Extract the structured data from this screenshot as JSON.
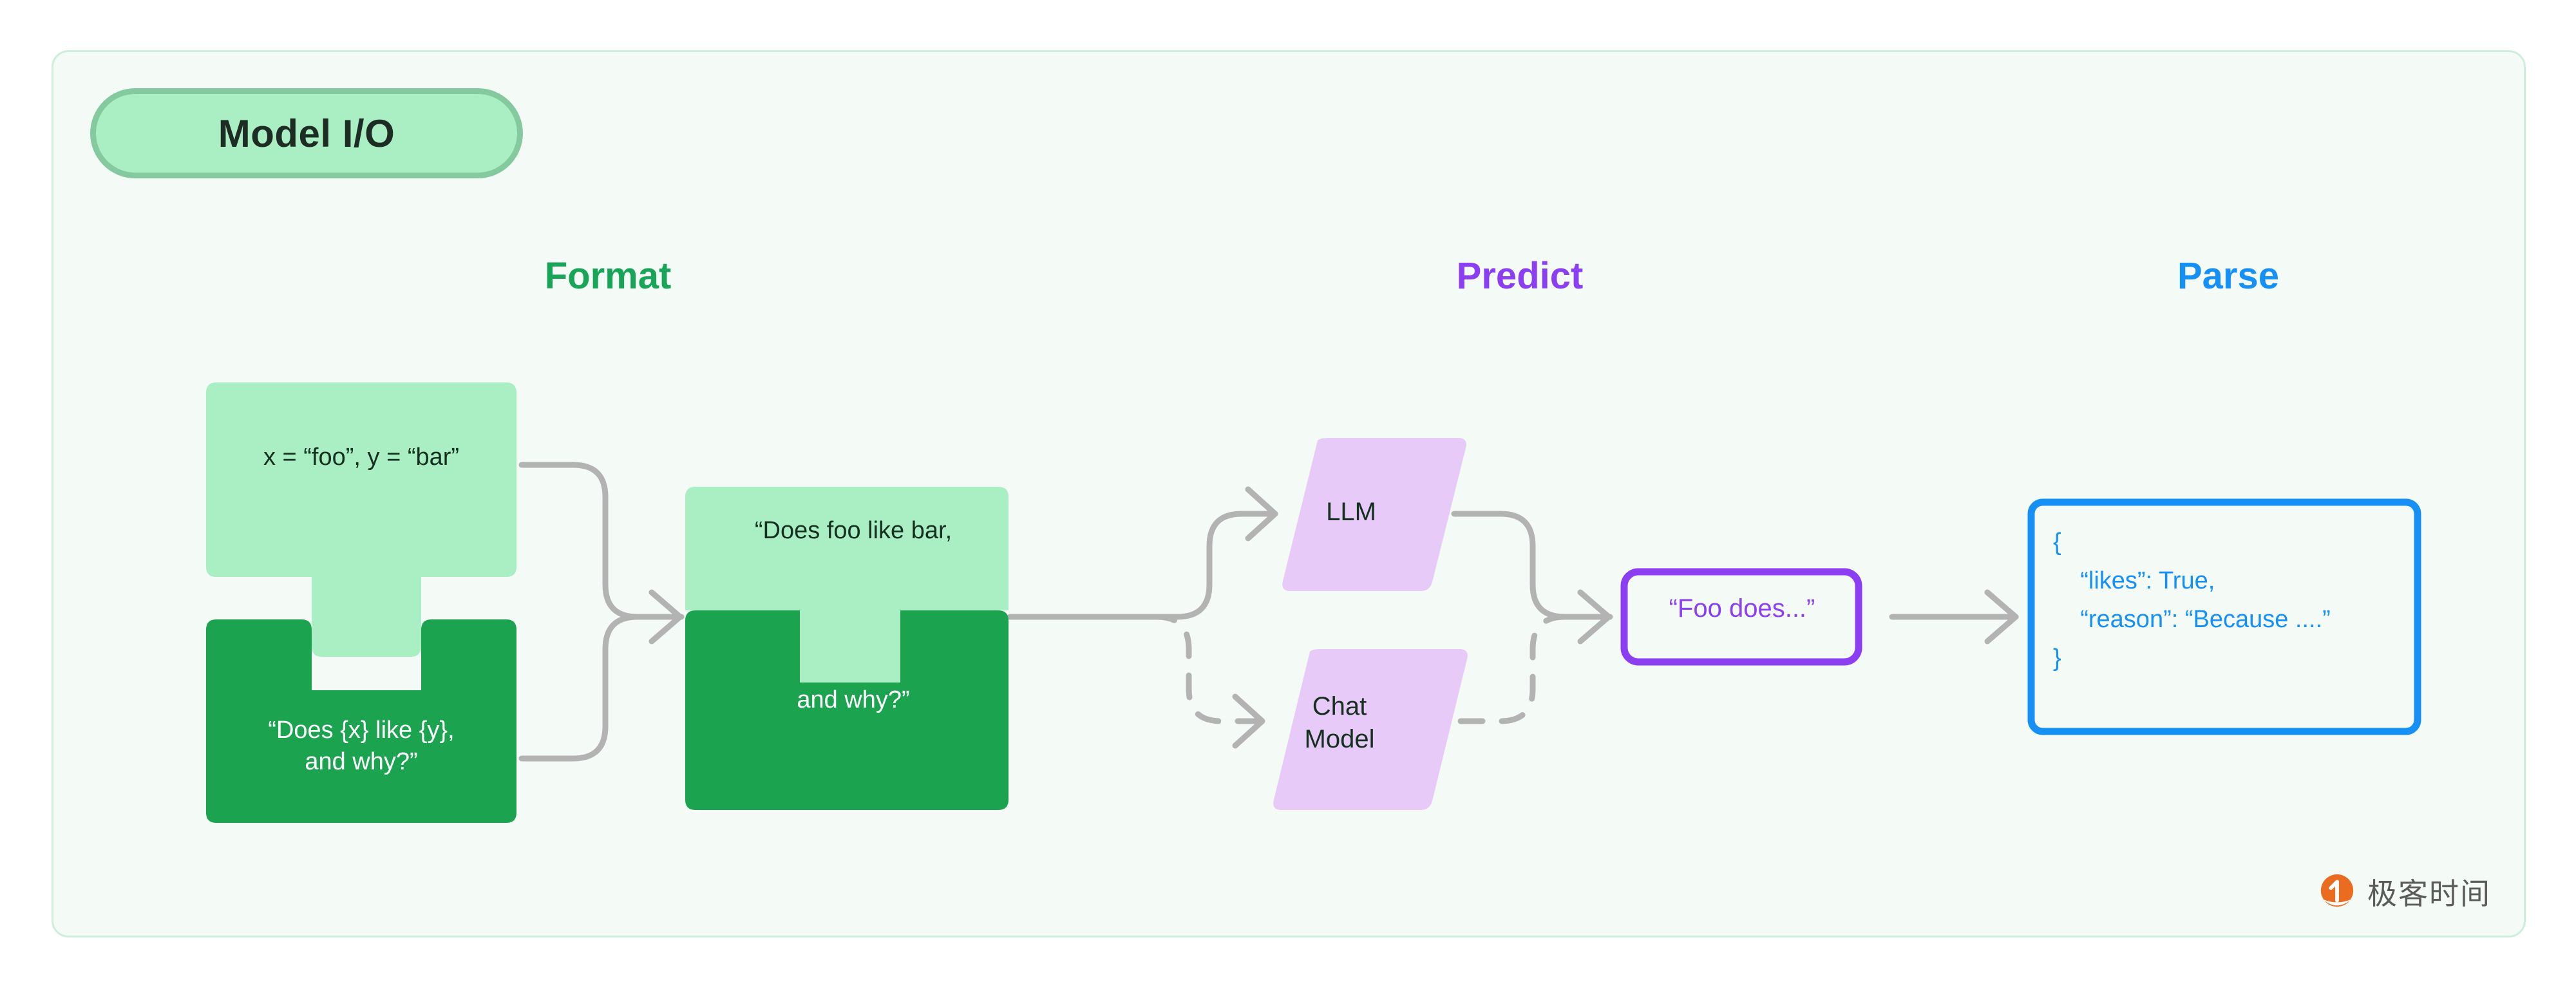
{
  "panel": {
    "badge_label": "Model I/O",
    "background": "#f4fbf6",
    "border_color": "#cdeedb"
  },
  "headings": {
    "format": {
      "label": "Format",
      "color": "#18a558"
    },
    "predict": {
      "label": "Predict",
      "color": "#8b3ef2"
    },
    "parse": {
      "label": "Parse",
      "color": "#1690f5"
    }
  },
  "format_stage": {
    "variables_piece": {
      "text": "x = “foo”, y = “bar”",
      "fill": "#aaeec4",
      "text_color": "#16301f"
    },
    "template_piece": {
      "text": "“Does {x} like {y},\nand why?”",
      "fill": "#1ba350",
      "text_color": "#ffffff"
    },
    "combined_piece": {
      "top_text": "“Does foo like bar,",
      "bottom_text": "and why?”",
      "top_fill": "#aaeec4",
      "bottom_fill": "#1ba350"
    }
  },
  "predict_stage": {
    "models": [
      {
        "label": "LLM",
        "fill": "#e8caf9",
        "line_style": "solid"
      },
      {
        "label": "Chat\nModel",
        "fill": "#e8caf9",
        "line_style": "dashed"
      }
    ],
    "output_box": {
      "text": "“Foo does...”",
      "border_color": "#8b3ef2",
      "text_color": "#8b3ef2"
    }
  },
  "parse_stage": {
    "json_box": {
      "lines": [
        "{",
        "    “likes”: True,",
        "    “reason”: “Because ....”",
        "}"
      ],
      "border_color": "#1690f5",
      "text_color": "#1690f5"
    }
  },
  "watermark": {
    "brand": "极客时间",
    "logo_color": "#ea6c21",
    "text_color": "#5b5b5b"
  },
  "connectors": {
    "line_color": "#b3b3b3"
  }
}
